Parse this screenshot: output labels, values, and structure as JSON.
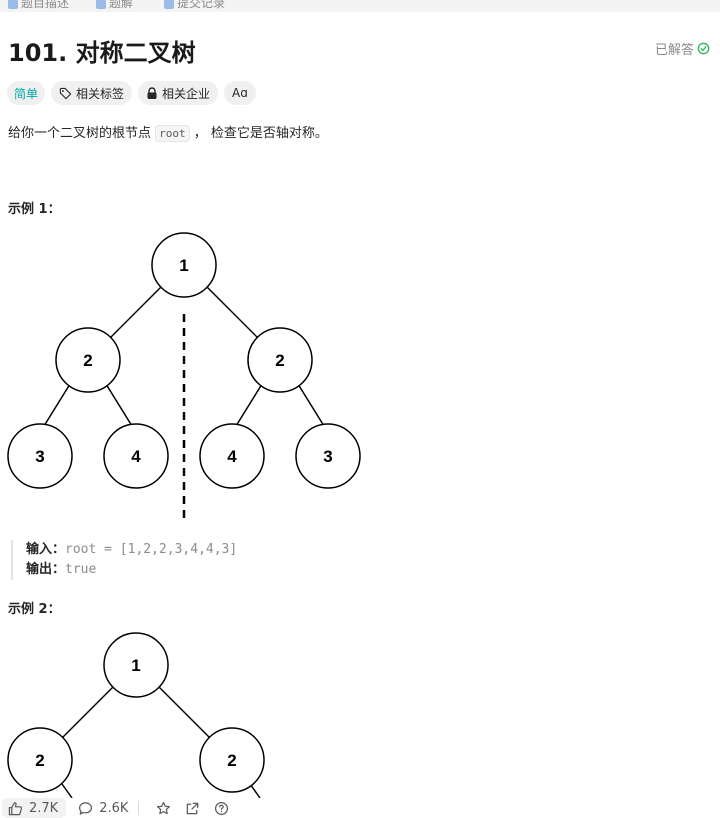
{
  "breadcrumb": [
    "题目描述",
    "题解",
    "提交记录"
  ],
  "problem": {
    "title": "101. 对称二叉树",
    "status": "已解答",
    "difficulty": "简单",
    "tags": [
      "相关标签",
      "相关企业"
    ],
    "translate_label": "Aɑ",
    "description_prefix": "给你一个二叉树的根节点",
    "description_code": "root",
    "description_suffix": "，  检查它是否轴对称。"
  },
  "examples": [
    {
      "title": "示例 1：",
      "tree": [
        "1",
        "2",
        "2",
        "3",
        "4",
        "4",
        "3"
      ],
      "input_label": "输入：",
      "input_value": "root = [1,2,2,3,4,4,3]",
      "output_label": "输出：",
      "output_value": "true"
    },
    {
      "title": "示例 2：",
      "tree": [
        "1",
        "2",
        "2"
      ]
    }
  ],
  "footer": {
    "likes": "2.7K",
    "comments": "2.6K"
  },
  "colors": {
    "accent_easy": "#00a9a5",
    "solved_check": "#2db55d"
  }
}
